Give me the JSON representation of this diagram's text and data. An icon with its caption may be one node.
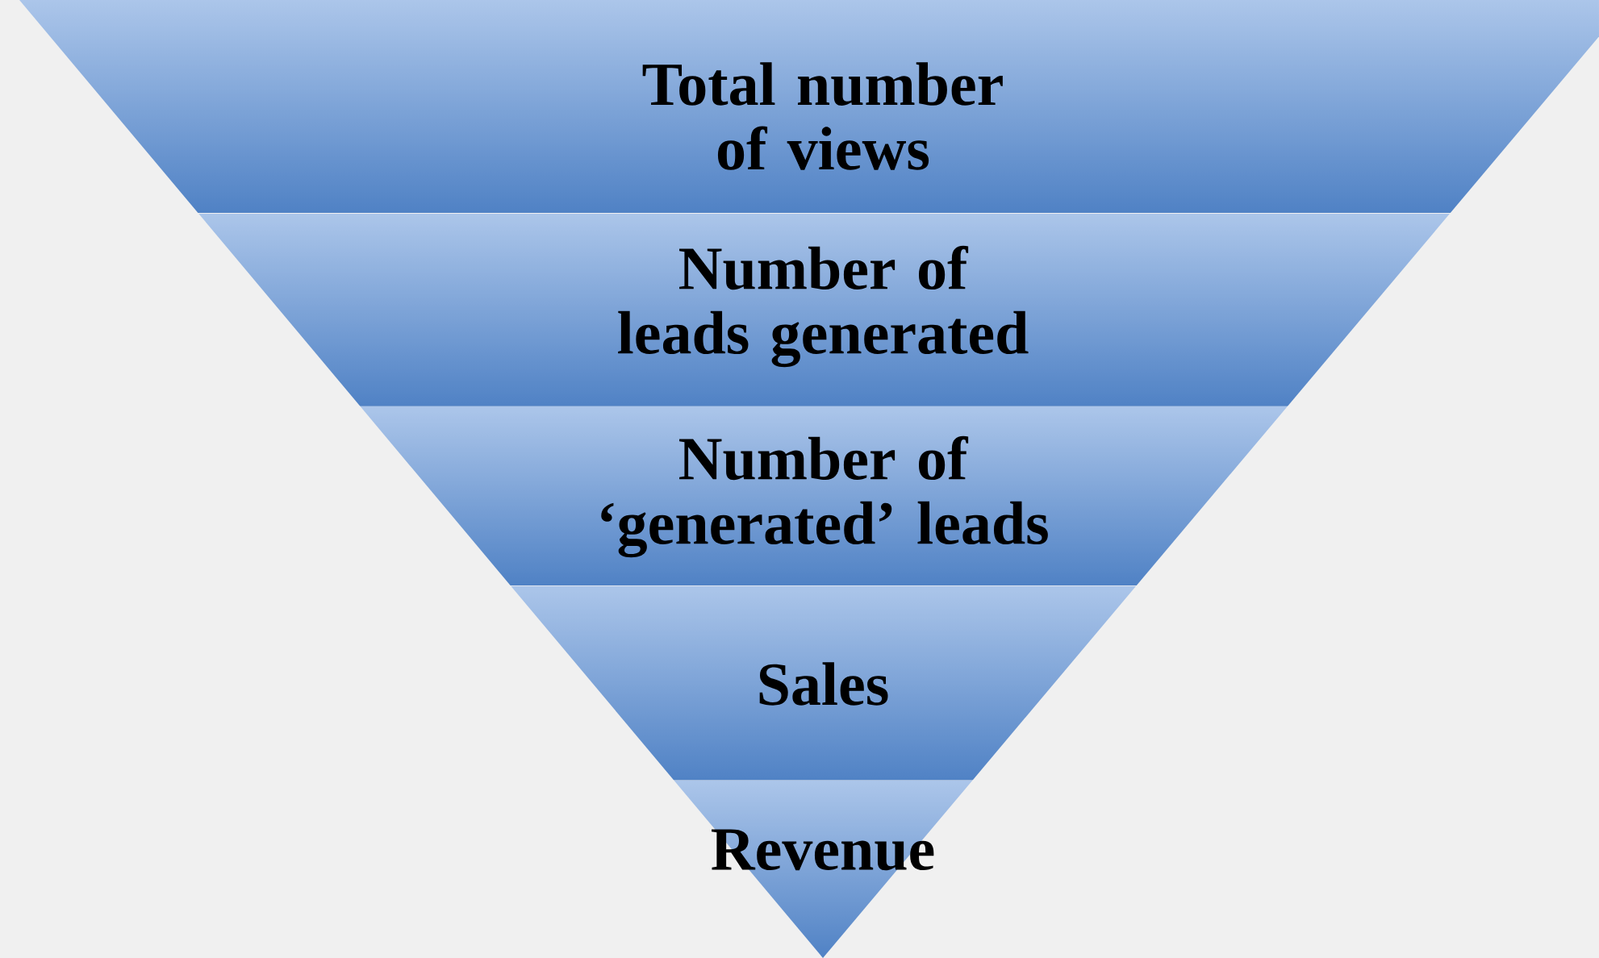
{
  "diagram": {
    "nodes": [
      {
        "text": [
          "Total number of views"
        ]
      },
      {
        "text": [
          "Number of leads generated"
        ]
      },
      {
        "text": [
          "Number of ‘generated’ leads"
        ]
      },
      {
        "text": [
          "Sales"
        ]
      },
      {
        "text": [
          "Revenue"
        ]
      }
    ]
  }
}
